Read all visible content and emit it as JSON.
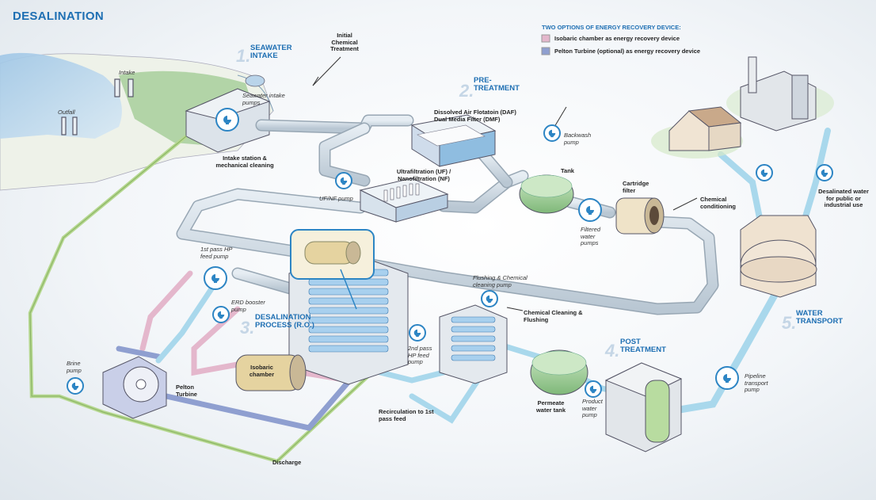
{
  "title": "DESALINATION",
  "legend": {
    "heading": "TWO OPTIONS OF ENERGY RECOVERY DEVICE:",
    "items": [
      {
        "label": "Isobaric chamber as energy recovery device",
        "color": "#e4b7cc"
      },
      {
        "label": "Pelton Turbine (optional) as energy recovery device",
        "color": "#8f9fd0"
      }
    ]
  },
  "steps": {
    "s1": {
      "num": "1.",
      "label": "SEAWATER INTAKE"
    },
    "s2": {
      "num": "2.",
      "label": "PRE-TREATMENT"
    },
    "s3": {
      "num": "3.",
      "label": "DESALINATION PROCESS (R.O.)"
    },
    "s4": {
      "num": "4.",
      "label": "POST TREATMENT"
    },
    "s5": {
      "num": "5.",
      "label": "WATER TRANSPORT"
    }
  },
  "labels": {
    "intake": "Intake",
    "outfall": "Outfall",
    "seawater_pumps": "Seawater intake pumps",
    "intake_station": "Intake station & mechanical cleaning",
    "initial_chem": "Initial Chemical Treatment",
    "daf": "Dissolved Air Flotatoin (DAF) Dual Media Filter (DMF)",
    "backwash": "Backwash pump",
    "ufnf": "Ultrafiltration (UF) / Nanofiltration (NF)",
    "ufnf_pump": "UF/NF pump",
    "tank": "Tank",
    "cartridge": "Cartridge filter",
    "chem_cond": "Chemical conditioning",
    "filtered_pumps": "Filtered water pumps",
    "desalinated": "Desalinated water for public or industrial use",
    "hp_feed": "1st pass HP feed pump",
    "erd_booster": "ERD booster pump",
    "flushing_pump": "Flushing & Chemical cleaning pump",
    "chem_clean": "Chemical Cleaning & Flushing",
    "second_pass": "2nd pass HP feed pump",
    "brine": "Brine pump",
    "pelton": "Pelton Turbine",
    "isobaric": "Isobaric chamber",
    "recirc": "Recirculation to 1st pass feed",
    "permeate": "Permeate water tank",
    "product_pump": "Product water pump",
    "pipeline": "Pipeline transport pump",
    "discharge": "Discharge"
  }
}
